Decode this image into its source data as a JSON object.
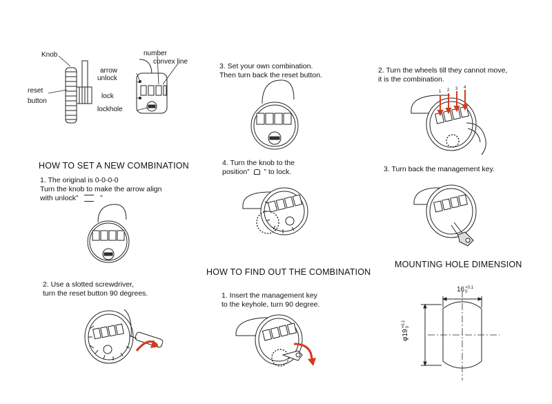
{
  "diagram_labels": {
    "knob": "Knob",
    "number": "number",
    "convex_line": "convex line",
    "arrow": "arrow",
    "unlock": "unlock",
    "reset": "reset",
    "button": "button",
    "lock": "lock",
    "lockhole": "lockhole"
  },
  "section_new": {
    "heading": "HOW TO SET A NEW COMBINATION",
    "step1": [
      "1. The original is 0-0-0-0",
      "Turn the knob to make the arrow align",
      "with unlock”",
      "”"
    ],
    "step2": [
      "2. Use a slotted screwdriver,",
      "turn the reset button 90 degrees."
    ],
    "step3": [
      "3. Set your own combination.",
      "Then turn back the reset button."
    ],
    "step4": [
      "4. Turn the knob to the",
      "position”",
      "”  to lock."
    ]
  },
  "section_find": {
    "heading": "HOW TO FIND OUT THE COMBINATION",
    "step1": [
      "1. Insert the management key",
      "to the keyhole, turn 90 degree."
    ],
    "step2": [
      "2. Turn the wheels till they cannot move,",
      "it is the combination."
    ],
    "step3": [
      "3. Turn back the management key."
    ]
  },
  "mounting": {
    "heading": "MOUNTING HOLE DIMENSION",
    "width_dim": "16",
    "width_tol_plus": "+0.1",
    "width_tol_minus": "0",
    "height_dim": "φ19",
    "height_tol_plus": "+0.1",
    "height_tol_minus": "0",
    "wheel_numbers": [
      "1",
      "2",
      "3",
      "4"
    ]
  }
}
